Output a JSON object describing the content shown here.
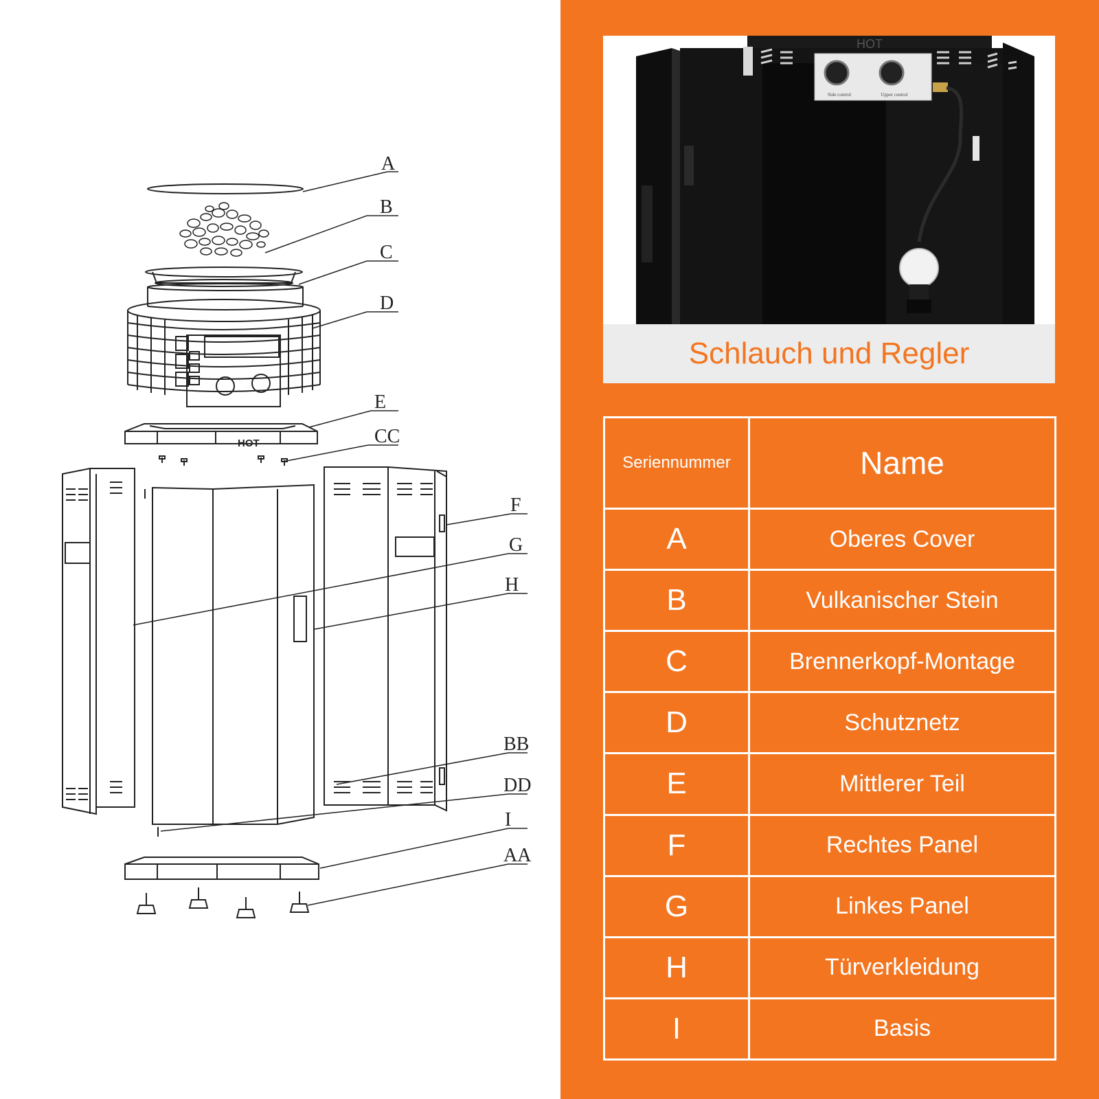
{
  "diagram": {
    "part_labels": [
      "A",
      "B",
      "C",
      "D",
      "E",
      "CC",
      "F",
      "G",
      "H",
      "BB",
      "DD",
      "I",
      "AA"
    ],
    "base_logo": "HOT"
  },
  "photo": {
    "top_logo": "HOT",
    "knob_left_label": "Side control",
    "knob_right_label": "Upper control",
    "caption": "Schlauch und Regler"
  },
  "table": {
    "header_serial": "Seriennummer",
    "header_name": "Name",
    "rows": [
      {
        "serial": "A",
        "name": "Oberes Cover"
      },
      {
        "serial": "B",
        "name": "Vulkanischer Stein"
      },
      {
        "serial": "C",
        "name": "Brennerkopf-Montage"
      },
      {
        "serial": "D",
        "name": "Schutznetz"
      },
      {
        "serial": "E",
        "name": "Mittlerer Teil"
      },
      {
        "serial": "F",
        "name": "Rechtes Panel"
      },
      {
        "serial": "G",
        "name": "Linkes Panel"
      },
      {
        "serial": "H",
        "name": "Türverkleidung"
      },
      {
        "serial": "I",
        "name": "Basis"
      }
    ]
  },
  "colors": {
    "accent": "#f37520",
    "caption_band": "#ececec",
    "cabinet": "#111111"
  }
}
